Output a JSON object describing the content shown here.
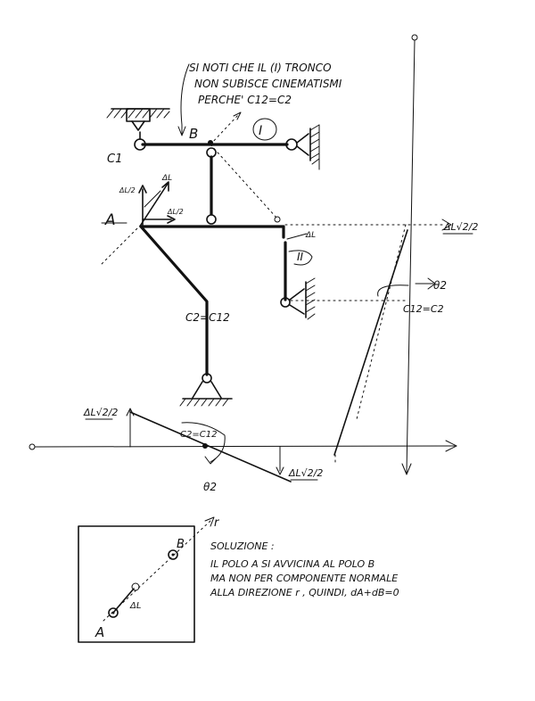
{
  "note": {
    "line1": "SI NOTI CHE IL (I) TRONCO",
    "line2": "NON SUBISCE CINEMATISMI",
    "line3": "PERCHE' C12=C2"
  },
  "labels": {
    "point_b": "B",
    "point_a": "A",
    "hinge_c1": "C1",
    "body_i": "I",
    "body_ii": "II",
    "c2_c12": "C2=C12",
    "delta_l": "ΔL",
    "delta_l_over_2": "ΔL/2",
    "delta_l_sqrt2_over_2": "ΔL√2/2",
    "c12_c2_right": "C12=C2",
    "theta_2": "θ2",
    "c2_c12_axis": "C2=C12",
    "theta_2_axis": "θ2"
  },
  "inset": {
    "point_a": "A",
    "point_b": "B",
    "delta_l": "ΔL",
    "axis_r": "r"
  },
  "solution": {
    "line1": "SOLUZIONE :",
    "line2": "IL POLO A SI AVVICINA AL POLO B",
    "line3": "MA NON PER COMPONENTE NORMALE",
    "line4": "ALLA DIREZIONE r , QUINDI, dA+dB=0"
  }
}
